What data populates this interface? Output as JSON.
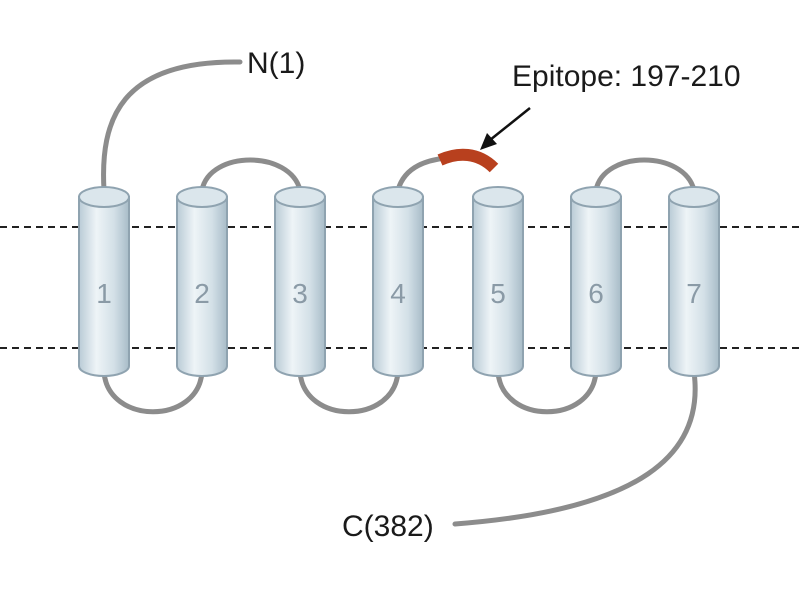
{
  "labels": {
    "n_terminus": "N(1)",
    "c_terminus": "C(382)",
    "epitope": "Epitope: 197-210"
  },
  "helices": [
    {
      "label": "1"
    },
    {
      "label": "2"
    },
    {
      "label": "3"
    },
    {
      "label": "4"
    },
    {
      "label": "5"
    },
    {
      "label": "6"
    },
    {
      "label": "7"
    }
  ],
  "colors": {
    "helix_fill": "#dbe6ec",
    "helix_stroke": "#8fa3b0",
    "loop": "#8c8c8c",
    "epitope": "#b8401e",
    "membrane": "#222222"
  }
}
